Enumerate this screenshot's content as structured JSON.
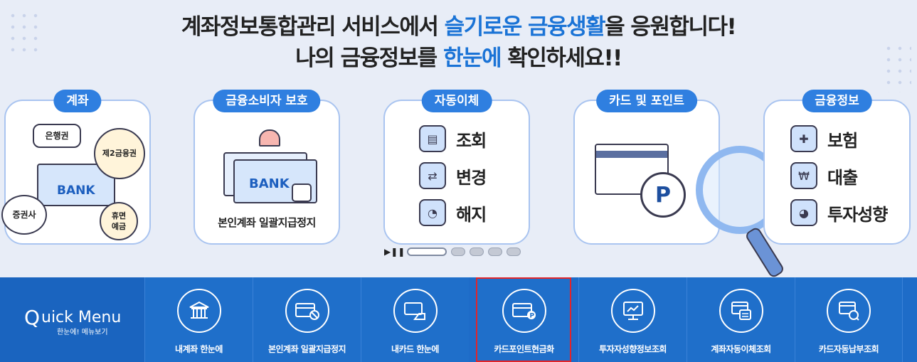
{
  "headline": {
    "line1_pre": "계좌정보통합관리 서비스에서 ",
    "line1_hl": "슬기로운 금융생활",
    "line1_post": "을 응원합니다!",
    "line2_pre": "나의 금융정보를 ",
    "line2_hl": "한눈에",
    "line2_post": " 확인하세요!!"
  },
  "cards": {
    "account": {
      "title": "계좌",
      "bubbles": [
        "은행권",
        "제2금융권",
        "증권사",
        "휴면\n예금"
      ],
      "bank": "BANK"
    },
    "consumer": {
      "title": "금융소비자 보호",
      "bank": "BANK",
      "caption": "본인계좌 일괄지급정지"
    },
    "autotransfer": {
      "title": "자동이체",
      "items": [
        "조회",
        "변경",
        "해지"
      ]
    },
    "cardpoint": {
      "title": "카드 및 포인트",
      "p_label": "P"
    },
    "fininfo": {
      "title": "금융정보",
      "items": [
        "보험",
        "대출",
        "투자성향"
      ]
    }
  },
  "pager": {
    "controls": "▶❚❚",
    "total": 5,
    "active": 1
  },
  "quick_menu": {
    "title": "uick Menu",
    "title_q": "Q",
    "subtitle": "한눈에! 메뉴보기",
    "items": [
      {
        "label": "내계좌 한눈에",
        "icon": "bank-building-icon"
      },
      {
        "label": "본인계좌 일괄지급정지",
        "icon": "card-block-icon"
      },
      {
        "label": "내카드 한눈에",
        "icon": "card-hand-icon"
      },
      {
        "label": "카드포인트현금화",
        "icon": "card-point-icon",
        "selected": true
      },
      {
        "label": "투자자성향정보조회",
        "icon": "monitor-chart-icon"
      },
      {
        "label": "계좌자동이체조회",
        "icon": "auto-transfer-icon"
      },
      {
        "label": "카드자동납부조회",
        "icon": "card-autopay-icon"
      }
    ]
  },
  "colors": {
    "accent": "#1a73d6",
    "bar": "#1e6cc8",
    "highlight_border": "#e2242a"
  }
}
